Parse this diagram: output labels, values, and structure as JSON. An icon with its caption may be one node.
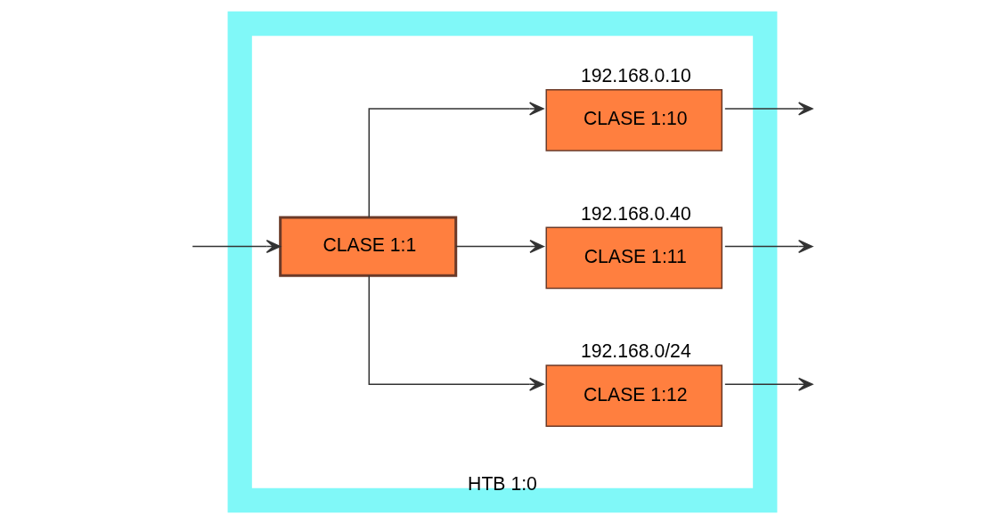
{
  "diagram": {
    "nodes": [
      {
        "text": [
          "HTB 1:0"
        ]
      },
      {
        "text": [
          "CLASE 1:1"
        ],
        "in": 0
      },
      {
        "text": [
          "CLASE 1:10"
        ],
        "beside": [
          "192.168.0.10"
        ],
        "in": 0
      },
      {
        "text": [
          "CLASE 1:11"
        ],
        "beside": [
          "192.168.0.40"
        ],
        "in": 0
      },
      {
        "text": [
          "CLASE 1:12"
        ],
        "beside": [
          "192.168.0/24"
        ],
        "in": 0
      }
    ],
    "edges": [
      {
        "from": null,
        "to": 1,
        "arrow": "to"
      },
      {
        "from": 1,
        "to": 2,
        "arrow": "to"
      },
      {
        "from": 1,
        "to": 3,
        "arrow": "to"
      },
      {
        "from": 1,
        "to": 4,
        "arrow": "to"
      },
      {
        "from": 2,
        "to": null,
        "arrow": "to"
      },
      {
        "from": 3,
        "to": null,
        "arrow": "to"
      },
      {
        "from": 4,
        "to": null,
        "arrow": "to"
      }
    ]
  }
}
